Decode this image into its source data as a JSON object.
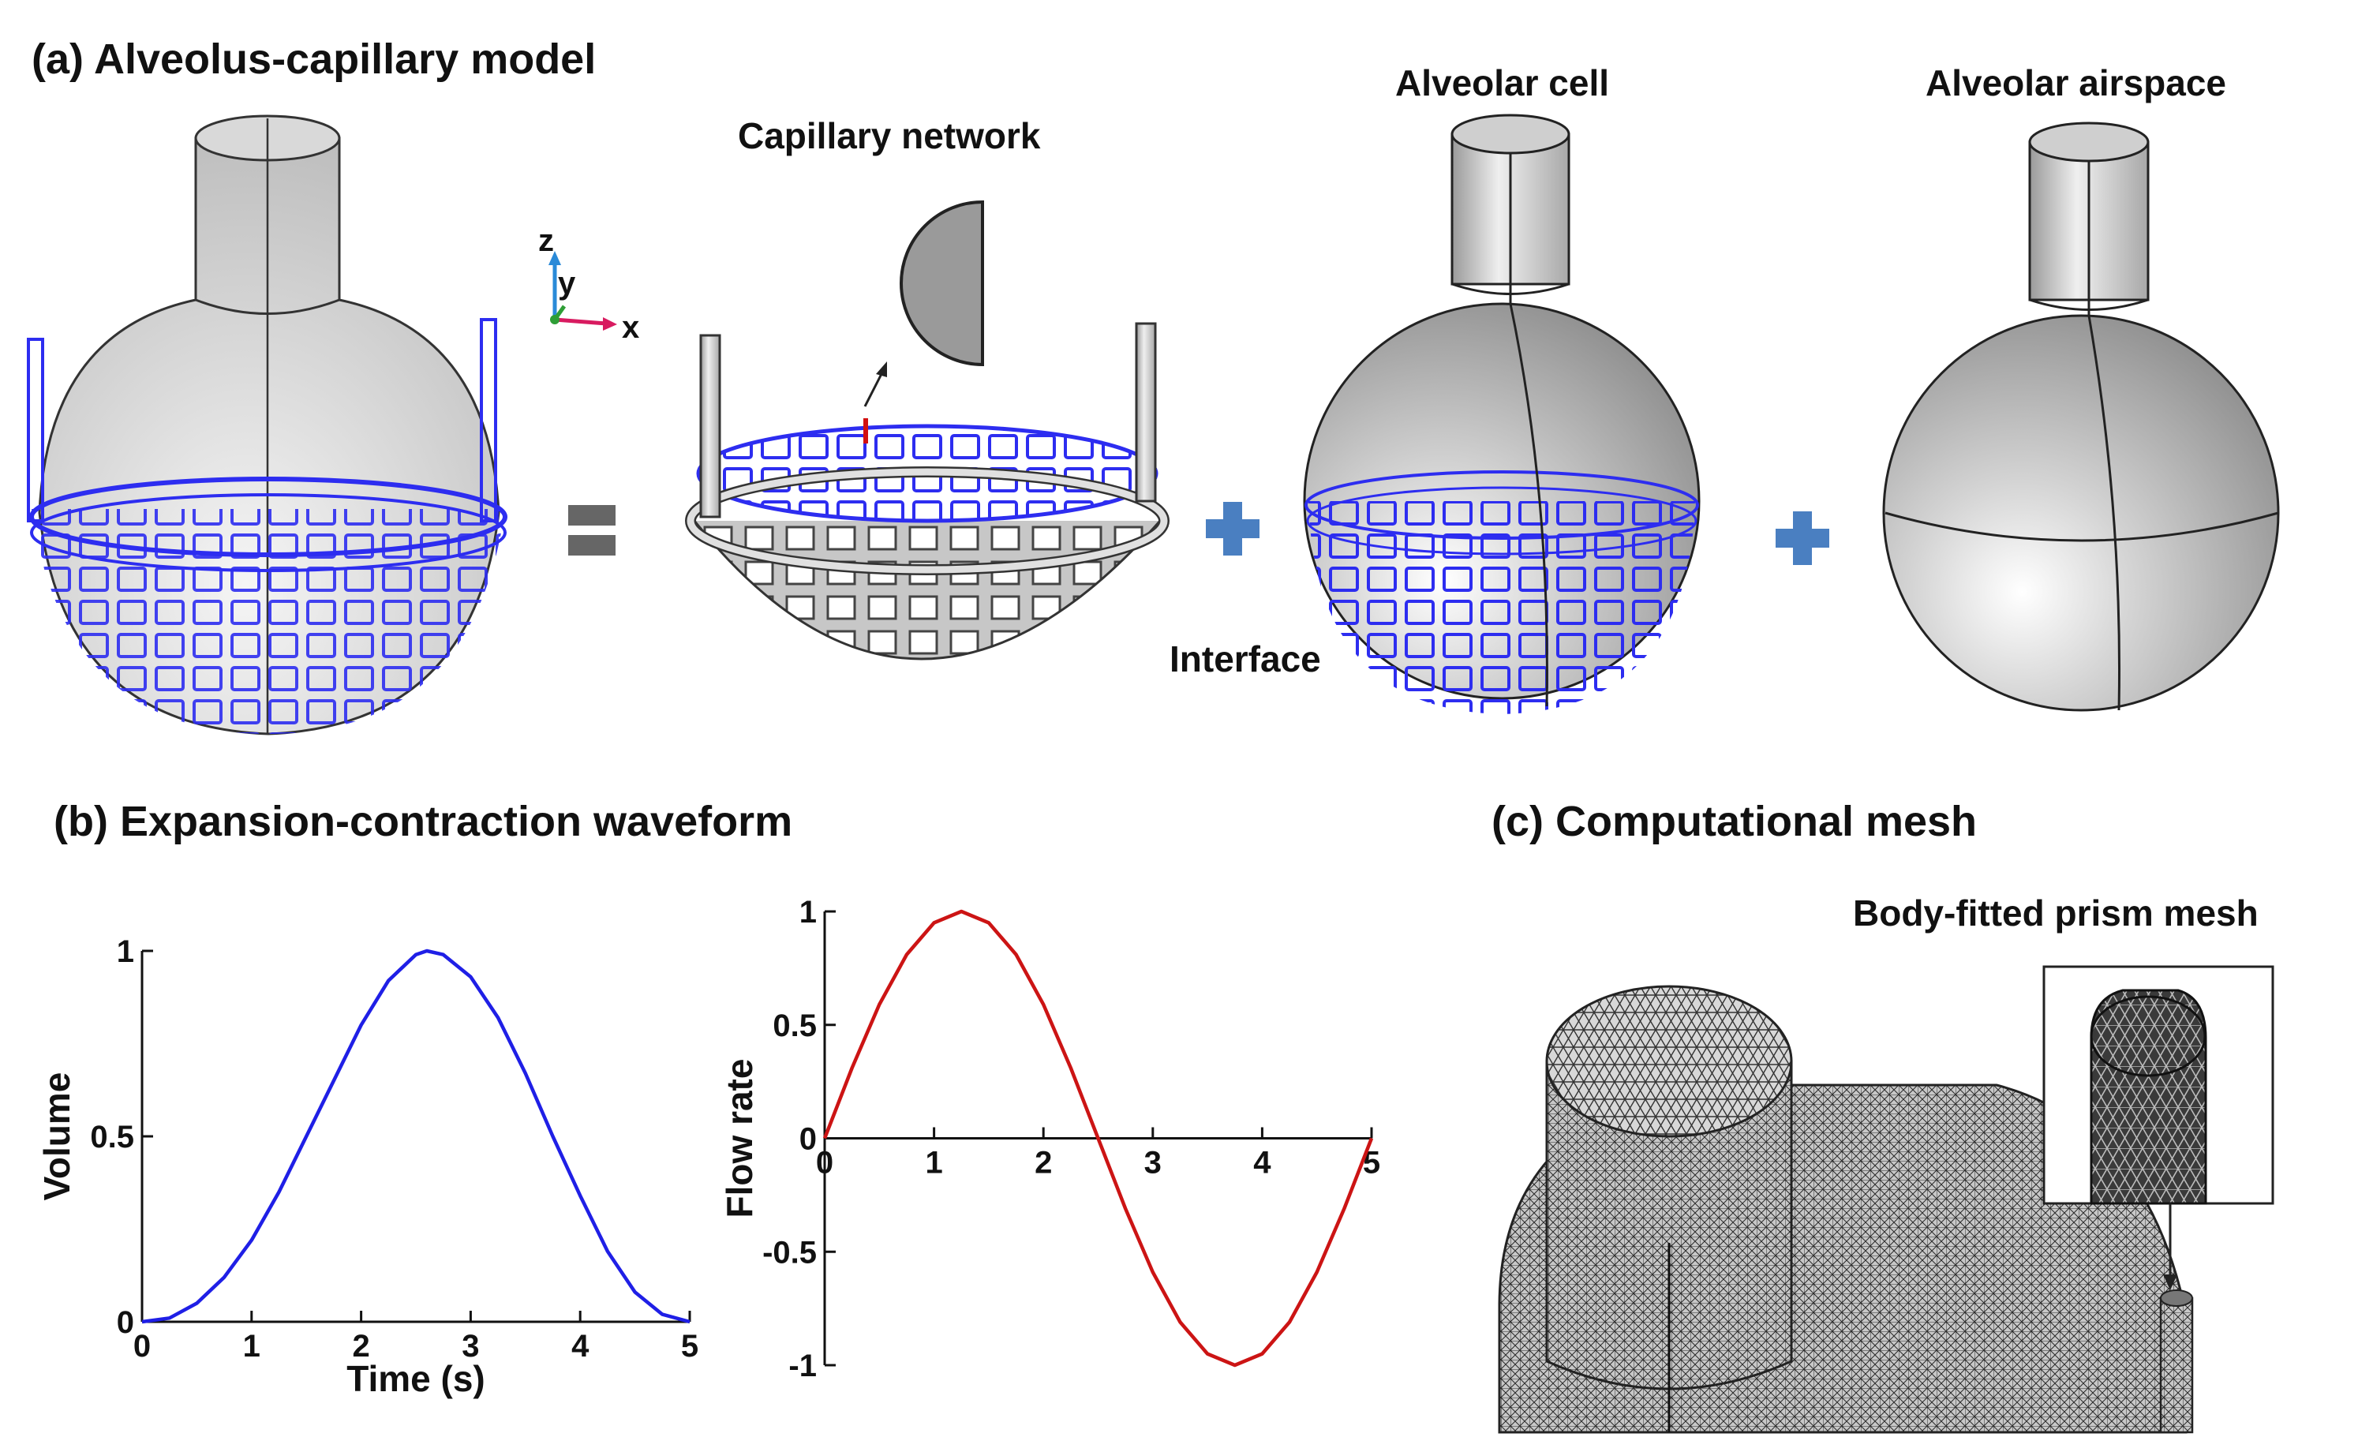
{
  "panel_a": {
    "title": "(a) Alveolus-capillary model",
    "capillary_label": "Capillary network",
    "cell_label": "Alveolar cell",
    "airspace_label": "Alveolar airspace",
    "interface_label": "Interface",
    "axes": {
      "z": "z",
      "y": "y",
      "x": "x"
    }
  },
  "panel_b": {
    "title": "(b) Expansion-contraction waveform"
  },
  "panel_c": {
    "title": "(c) Computational mesh",
    "inset_label": "Body-fitted prism mesh"
  },
  "colors": {
    "capillary_blue": "#2d2df0",
    "volume_curve": "#1f1fe6",
    "flow_curve": "#cc1414",
    "plus": "#4a7fc1",
    "equals": "#555555"
  },
  "chart_data": [
    {
      "type": "line",
      "xlabel": "Time (s)",
      "ylabel": "Volume",
      "xlim": [
        0,
        5
      ],
      "ylim": [
        0,
        1
      ],
      "xticks": [
        "0",
        "1",
        "2",
        "3",
        "4",
        "5"
      ],
      "yticks": [
        "0",
        "0.5",
        "1"
      ],
      "series": [
        {
          "x": [
            0,
            0.25,
            0.5,
            0.75,
            1,
            1.25,
            1.5,
            1.75,
            2,
            2.25,
            2.5,
            2.6,
            2.75,
            3,
            3.25,
            3.5,
            3.75,
            4,
            4.25,
            4.5,
            4.75,
            5
          ],
          "y": [
            0,
            0.01,
            0.05,
            0.12,
            0.22,
            0.35,
            0.5,
            0.65,
            0.8,
            0.92,
            0.99,
            1.0,
            0.99,
            0.93,
            0.82,
            0.67,
            0.5,
            0.34,
            0.19,
            0.08,
            0.02,
            0
          ]
        }
      ]
    },
    {
      "type": "line",
      "xlabel": "",
      "ylabel": "Flow rate",
      "xlim": [
        0,
        5
      ],
      "ylim": [
        -1,
        1
      ],
      "xticks": [
        "0",
        "1",
        "2",
        "3",
        "4",
        "5"
      ],
      "yticks": [
        "-1",
        "-0.5",
        "0",
        "0.5",
        "1"
      ],
      "series": [
        {
          "x": [
            0,
            0.25,
            0.5,
            0.75,
            1,
            1.25,
            1.5,
            1.75,
            2,
            2.25,
            2.5,
            2.75,
            3,
            3.25,
            3.5,
            3.75,
            4,
            4.25,
            4.5,
            4.75,
            5
          ],
          "y": [
            0,
            0.31,
            0.59,
            0.81,
            0.95,
            1.0,
            0.95,
            0.81,
            0.59,
            0.31,
            0,
            -0.31,
            -0.59,
            -0.81,
            -0.95,
            -1.0,
            -0.95,
            -0.81,
            -0.59,
            -0.31,
            0
          ]
        }
      ]
    }
  ]
}
